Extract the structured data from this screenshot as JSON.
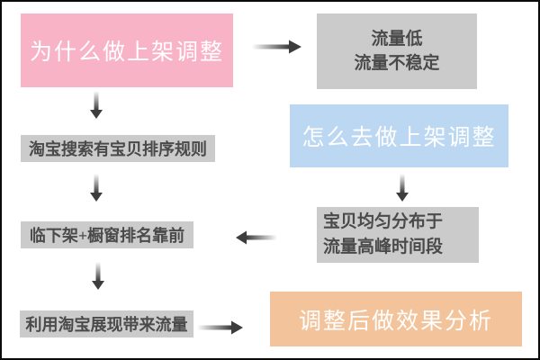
{
  "page": {
    "background": "#FFFFFF",
    "border_color": "#0A0A0A"
  },
  "flowchart": {
    "arrow_color": "#3D3D3D",
    "gray_box_bg": "#CBCBCB",
    "boxes": {
      "why": {
        "label": "为什么做上架调整",
        "bg": "#F8B3C7",
        "text_color": "#FFFFFF"
      },
      "traffic": {
        "line1": "流量低",
        "line2": "流量不稳定",
        "bg": "#CBCBCB",
        "text_color": "#4A4A4A"
      },
      "search_rule": {
        "label": "淘宝搜索有宝贝排序规则",
        "bg": "#CBCBCB",
        "text_color": "#4A4A4A"
      },
      "how": {
        "label": "怎么去做上架调整",
        "bg": "#BCD7F1",
        "text_color": "#FFFFFF"
      },
      "distribute": {
        "line1": "宝贝均匀分布于",
        "line2": "流量高峰时间段",
        "bg": "#CBCBCB",
        "text_color": "#4A4A4A"
      },
      "rank": {
        "label": "临下架+橱窗排名靠前",
        "bg": "#CBCBCB",
        "text_color": "#4A4A4A"
      },
      "display": {
        "label": "利用淘宝展现带来流量",
        "bg": "#CBCBCB",
        "text_color": "#4A4A4A"
      },
      "result": {
        "label": "调整后做效果分析",
        "bg": "#F3C49C",
        "text_color": "#FFFFFF"
      }
    }
  }
}
